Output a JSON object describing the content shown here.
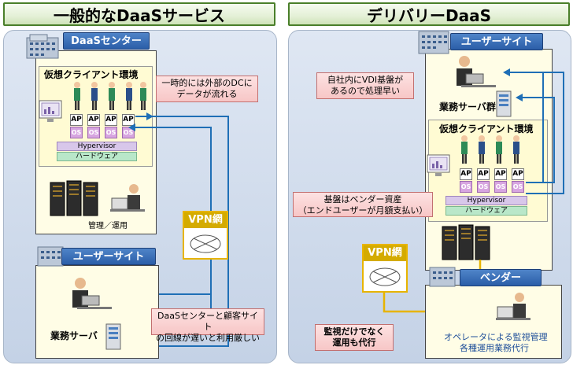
{
  "left": {
    "title": "一般的なDaaSサービス",
    "daas_center_label": "DaaSセンター",
    "vdi_env_label": "仮想クライアント環境",
    "ap_labels": [
      "AP",
      "AP",
      "AP",
      "AP"
    ],
    "os_labels": [
      "OS",
      "OS",
      "OS",
      "OS"
    ],
    "hypervisor": "Hypervisor",
    "hardware": "ハードウェア",
    "callout_dc": "一時的には外部のDCに\nデータが流れる",
    "admin_label": "管理／運用",
    "vpn_label": "VPN網",
    "user_site_label": "ユーザーサイト",
    "server_label": "業務サーバ",
    "callout_line": "DaaSセンターと顧客サイト\nの回線が遅いと利用厳しい"
  },
  "right": {
    "title": "デリバリーDaaS",
    "user_site_label": "ユーザーサイト",
    "callout_vdi": "自社内にVDI基盤が\nあるので処理早い",
    "server_group_label": "業務サーバ群",
    "vdi_env_label": "仮想クライアント環境",
    "ap_labels": [
      "AP",
      "AP",
      "AP",
      "AP"
    ],
    "os_labels": [
      "OS",
      "OS",
      "OS",
      "OS"
    ],
    "hypervisor": "Hypervisor",
    "hardware": "ハードウェア",
    "callout_vendor": "基盤はベンダー資産\n（エンドユーザーが月額支払い）",
    "vpn_label": "VPN網",
    "vendor_label": "ベンダー",
    "callout_monitor": "監視だけでなく\n運用も代行",
    "operator_line1": "オペレータによる監視管理",
    "operator_line2": "各種運用業務代行"
  },
  "colors": {
    "title_border": "#4a7f2a",
    "label_blue": "#2b5ea8",
    "line_blue": "#1f6fb6",
    "line_yellow": "#e7b400",
    "callout_pink": "#f7c6c6"
  }
}
